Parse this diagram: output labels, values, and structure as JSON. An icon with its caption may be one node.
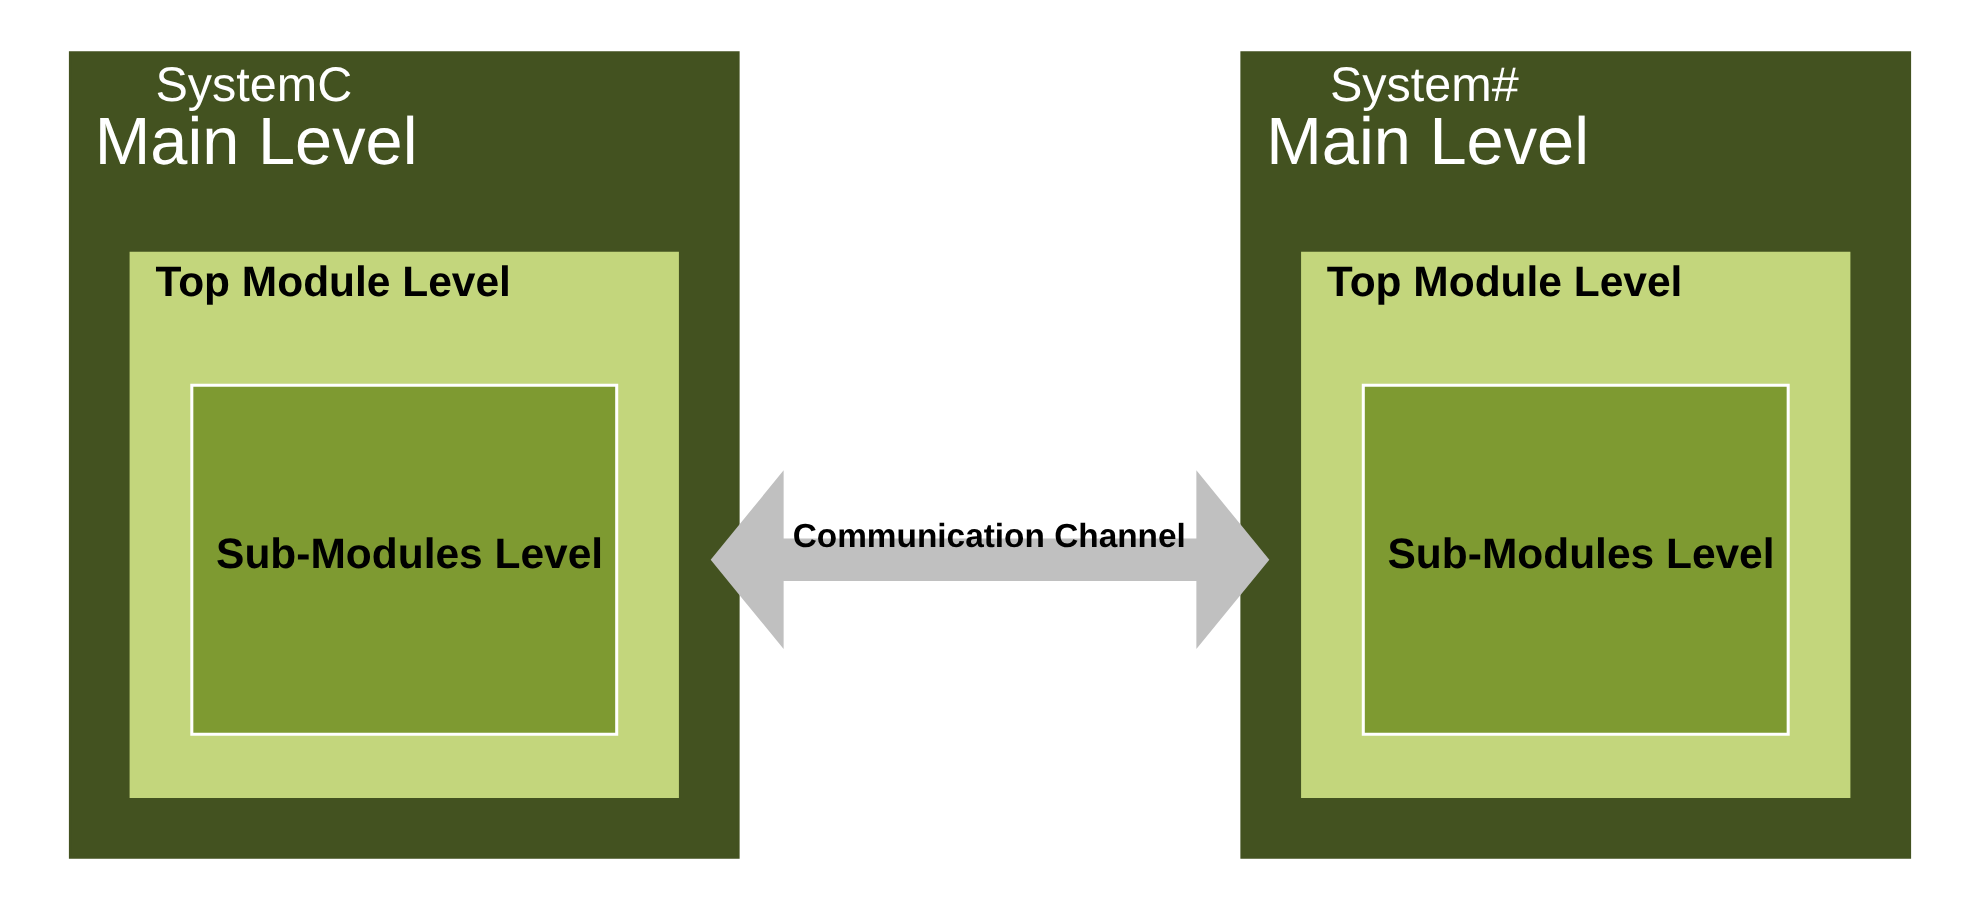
{
  "diagram": {
    "nodes": [
      {
        "text": [
          "SystemC",
          "Main Level"
        ]
      },
      {
        "text": [
          "Top Module Level"
        ],
        "in": 0
      },
      {
        "text": [
          "Sub-Modules Level"
        ],
        "in": 1
      },
      {
        "text": [
          "System#",
          "Main Level"
        ]
      },
      {
        "text": [
          "Top Module Level"
        ],
        "in": 3
      },
      {
        "text": [
          "Sub-Modules Level"
        ],
        "in": 4
      }
    ],
    "edges": [
      {
        "from": 0,
        "to": 3,
        "arrow": "both",
        "label": "Communication Channel"
      }
    ]
  }
}
